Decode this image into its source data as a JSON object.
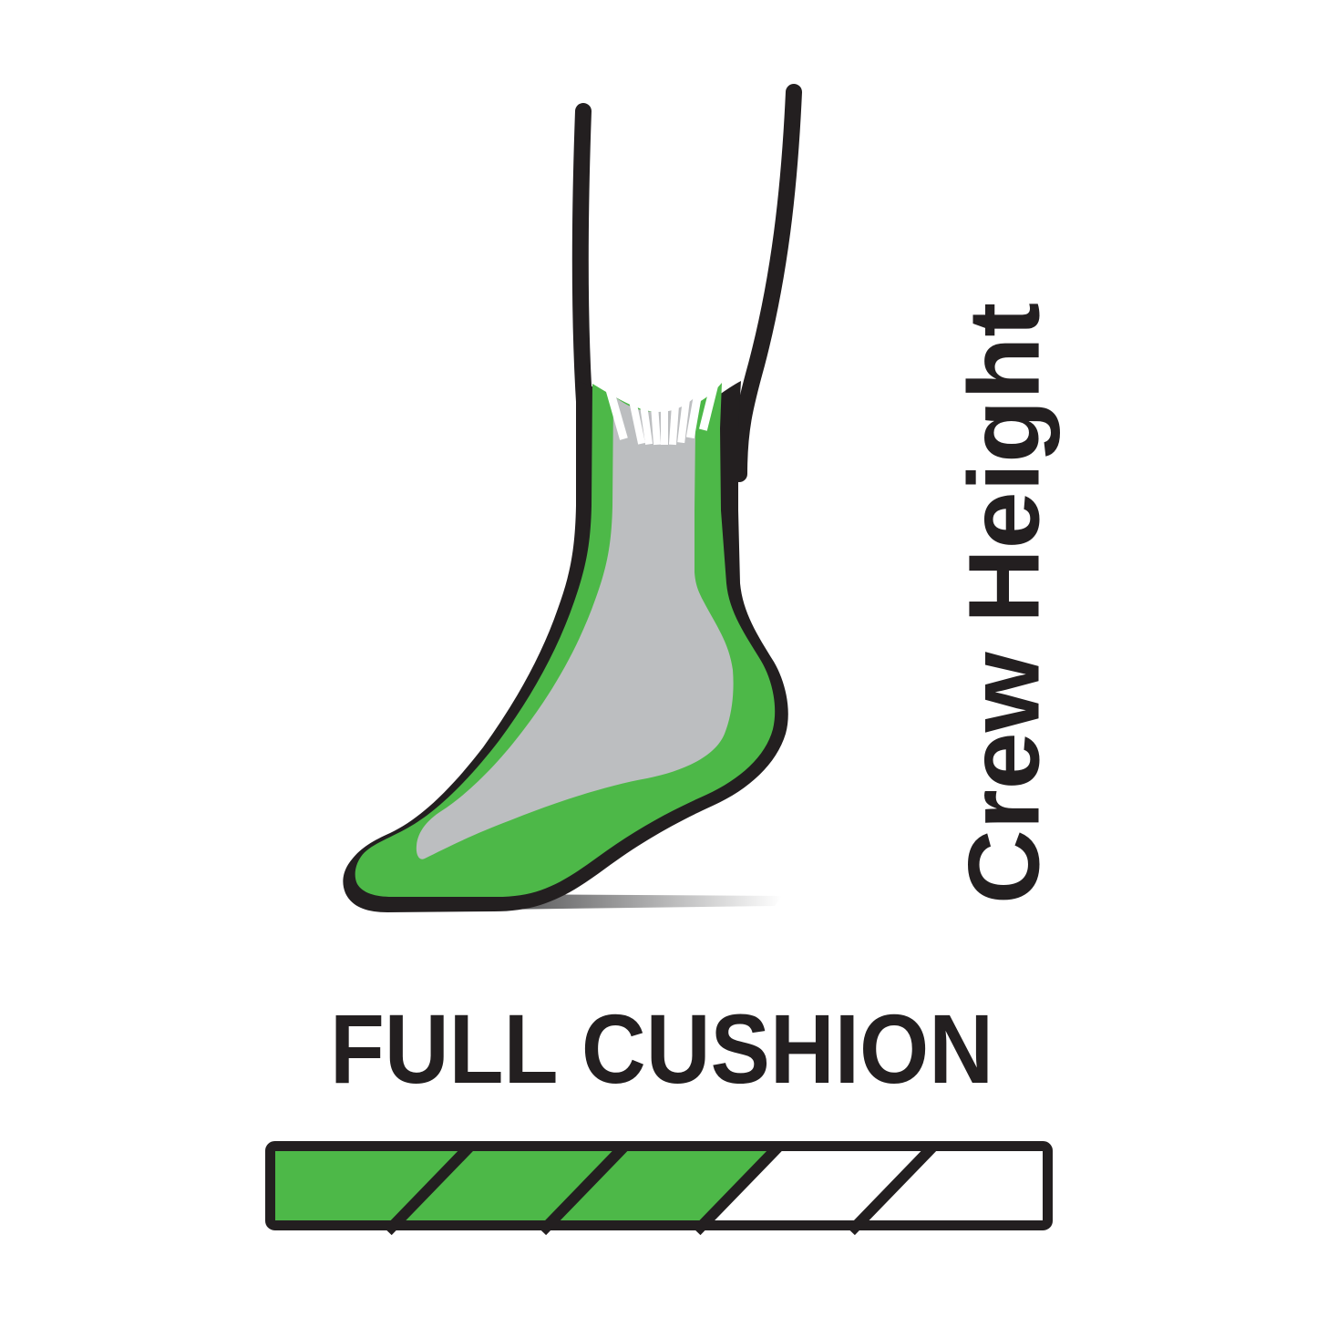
{
  "page": {
    "background": "#ffffff"
  },
  "labels": {
    "height": "Crew Height",
    "cushion": "FULL CUSHION"
  },
  "text_color": "#231f20",
  "sock": {
    "colors": {
      "outline": "#231f20",
      "cushion_green": "#4db848",
      "body_gray": "#bcbec0",
      "rib_white": "#ffffff",
      "shadow_dark": "#4c4c4e",
      "shadow_light": "#ffffff"
    }
  },
  "cushion_meter": {
    "total_segments": 5,
    "filled_segments": 3,
    "filled_color": "#4db848",
    "empty_color": "#ffffff",
    "cell_fills": [
      "#4db848",
      "#4db848",
      "#4db848",
      "#ffffff",
      "#ffffff"
    ]
  }
}
